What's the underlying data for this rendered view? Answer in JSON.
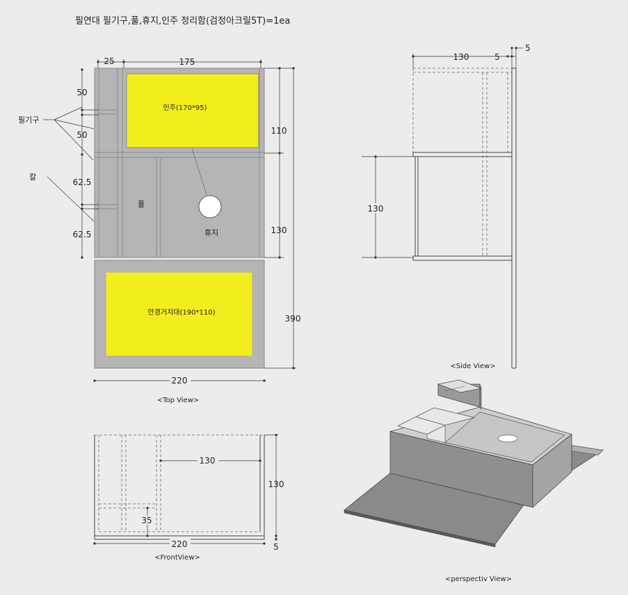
{
  "title": "필연대 필기구,풀,휴지,인주 정리함(검정아크릴5T)=1ea",
  "top_view": {
    "caption": "<Top View>",
    "dims": {
      "d25": "25",
      "d175": "175",
      "d50a": "50",
      "d50b": "50",
      "d625a": "62.5",
      "d625b": "62.5",
      "d110": "110",
      "d130": "130",
      "d390": "390",
      "d220": "220"
    },
    "labels": {
      "pen": "필기구",
      "knife": "칼",
      "glue": "풀",
      "tissue": "휴지",
      "seal": "인주(170*95)",
      "glasses": "안경거치대(190*110)"
    }
  },
  "side_view": {
    "caption": "<Side View>",
    "dims": {
      "d130top": "130",
      "d5a": "5",
      "d5b": "5",
      "d130mid": "130"
    }
  },
  "front_view": {
    "caption": "<FrontView>",
    "dims": {
      "d130inner": "130",
      "d130h": "130",
      "d35": "35",
      "d220": "220",
      "d5": "5"
    }
  },
  "perspective_view": {
    "caption": "<perspectiv View>"
  },
  "colors": {
    "panel": "#b5b5b5",
    "highlight": "#f2ee1d",
    "line": "#333333"
  }
}
